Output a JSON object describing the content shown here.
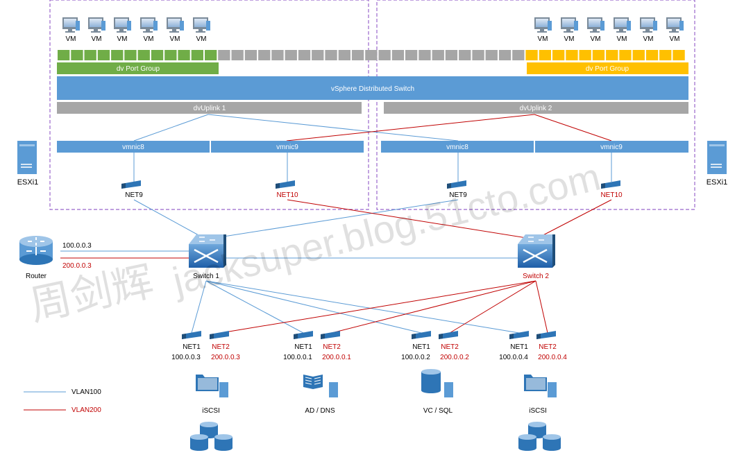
{
  "hosts": {
    "left_label": "ESXi1",
    "right_label": "ESXi1"
  },
  "vm_label": "VM",
  "port_groups": {
    "left": "dv Port Group",
    "right": "dv Port Group"
  },
  "vds_label": "vSphere Distributed Switch",
  "uplinks": {
    "left": "dvUplink 1",
    "right": "dvUplink 2"
  },
  "vmnics": {
    "h1_a": "vmnic8",
    "h1_b": "vmnic9",
    "h2_a": "vmnic8",
    "h2_b": "vmnic9"
  },
  "host_nets": {
    "h1_a": "NET9",
    "h1_b": "NET10",
    "h2_a": "NET9",
    "h2_b": "NET10"
  },
  "router": {
    "label": "Router",
    "ip1": "100.0.0.3",
    "ip2": "200.0.0.3"
  },
  "switches": {
    "s1": "Switch 1",
    "s2": "Switch 2"
  },
  "servers": [
    {
      "net1": "NET1",
      "net2": "NET2",
      "ip1": "100.0.0.3",
      "ip2": "200.0.0.3",
      "label": "iSCSI"
    },
    {
      "net1": "NET1",
      "net2": "NET2",
      "ip1": "100.0.0.1",
      "ip2": "200.0.0.1",
      "label": "AD / DNS"
    },
    {
      "net1": "NET1",
      "net2": "NET2",
      "ip1": "100.0.0.2",
      "ip2": "200.0.0.2",
      "label": "VC / SQL"
    },
    {
      "net1": "NET1",
      "net2": "NET2",
      "ip1": "100.0.0.4",
      "ip2": "200.0.0.4",
      "label": "iSCSI"
    }
  ],
  "legend": {
    "vlan100": "VLAN100",
    "vlan200": "VLAN200"
  },
  "watermark": {
    "text1": "周剑辉",
    "text2": "jacksuper.blog.51cto.com"
  },
  "colors": {
    "blue_line": "#5B9BD5",
    "red_line": "#C00000",
    "vds_blue": "#5B9BD5",
    "green": "#70AD47",
    "yellow": "#FFC000",
    "gray": "#A6A6A6",
    "dashed_border": "#9966CC"
  }
}
